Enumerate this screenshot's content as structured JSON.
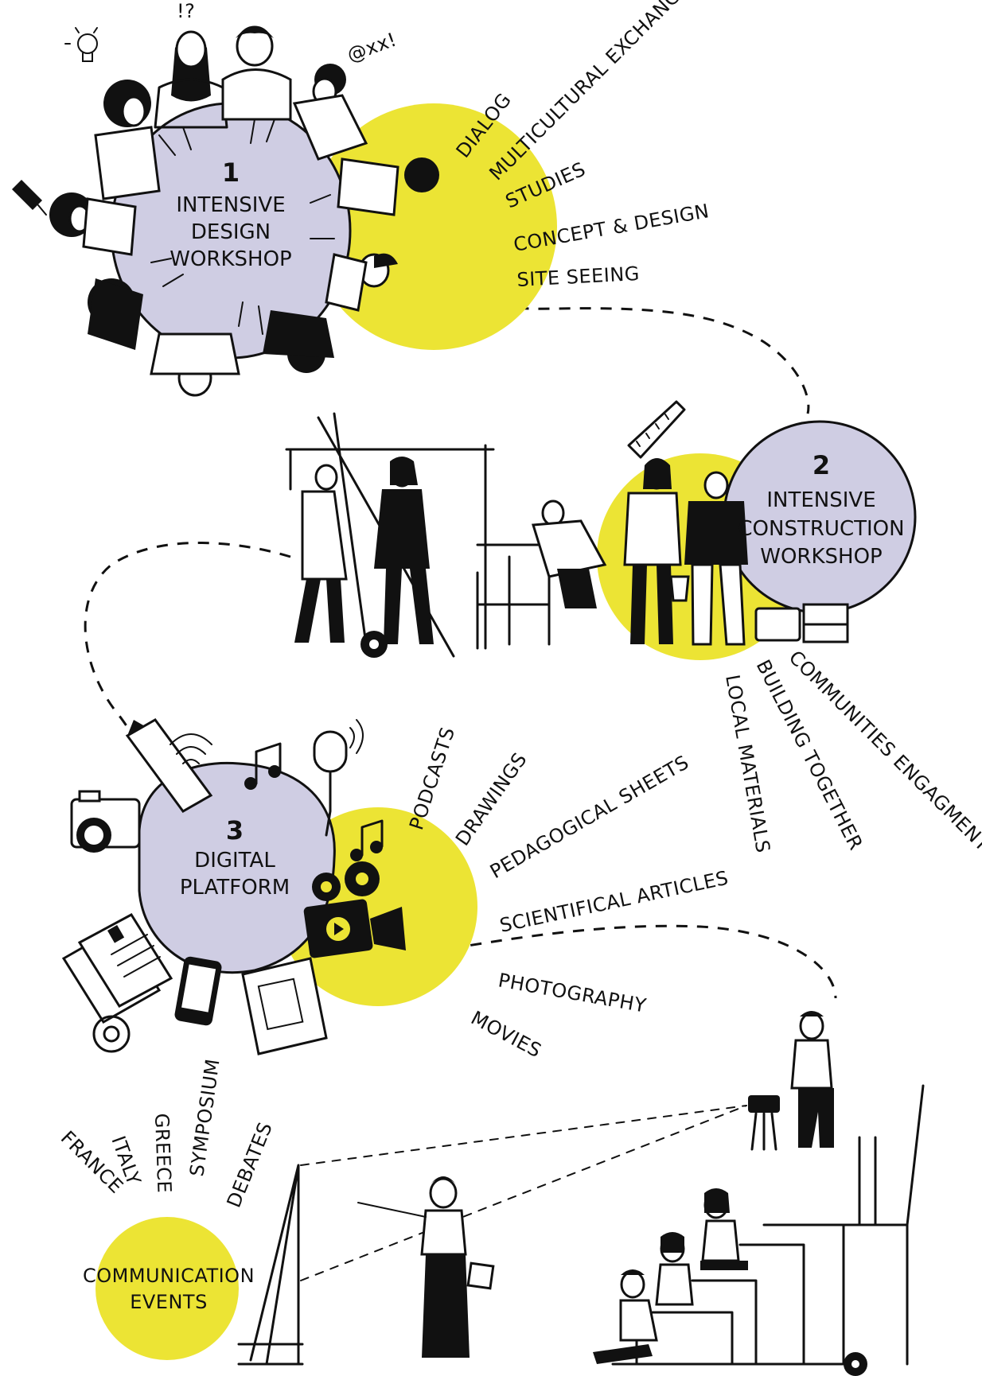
{
  "colors": {
    "yellow": "#ECE434",
    "lavender": "#CFCDE3",
    "ink": "#111111",
    "paper": "#FFFFFF"
  },
  "stage1": {
    "number": "1",
    "title_lines": [
      "INTENSIVE",
      "DESIGN",
      "WORKSHOP"
    ],
    "labels": [
      "DIALOG",
      "MULTICULTURAL EXCHANGE",
      "STUDIES",
      "CONCEPT & DESIGN",
      "SITE SEEING"
    ],
    "doodles": [
      "!?",
      "@xx!"
    ]
  },
  "stage2": {
    "number": "2",
    "title_lines": [
      "INTENSIVE",
      "CONSTRUCTION",
      "WORKSHOP"
    ],
    "labels": [
      "LOCAL MATERIALS",
      "BUILDING TOGETHER",
      "COMMUNITIES ENGAGMENT"
    ]
  },
  "stage3": {
    "number": "3",
    "title_lines": [
      "DIGITAL",
      "PLATFORM"
    ],
    "labels": [
      "PODCASTS",
      "DRAWINGS",
      "PEDAGOGICAL SHEETS",
      "SCIENTIFICAL ARTICLES",
      "PHOTOGRAPHY",
      "MOVIES"
    ]
  },
  "stage4": {
    "title_lines": [
      "COMMUNICATION",
      "EVENTS"
    ],
    "labels": [
      "FRANCE",
      "ITALY",
      "GREECE",
      "SYMPOSIUM",
      "DEBATES"
    ]
  },
  "icons": [
    "lightbulb-icon",
    "pen-icon",
    "pencil-icon",
    "wifi-icon",
    "music-notes-icon",
    "microphone-icon",
    "camera-icon",
    "documents-icon",
    "smartphone-icon",
    "at-sign-icon",
    "book-icon",
    "film-camera-icon",
    "saw-icon",
    "bucket-icon",
    "projector-icon"
  ]
}
